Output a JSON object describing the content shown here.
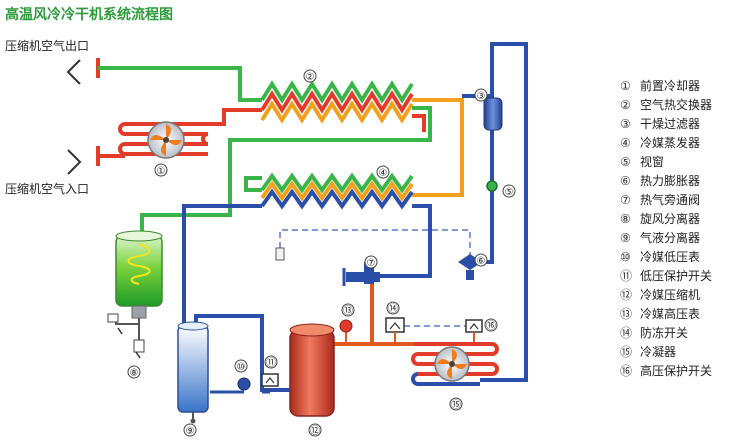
{
  "title": "高温风冷冷干机系统流程图",
  "ports": {
    "air_outlet": "压缩机空气出口",
    "air_inlet": "压缩机空气入口"
  },
  "callouts": [
    "①",
    "②",
    "③",
    "④",
    "⑤",
    "⑥",
    "⑦",
    "⑧",
    "⑨",
    "⑩",
    "⑪",
    "⑫",
    "⑬",
    "⑭",
    "⑮",
    "⑯"
  ],
  "legend": [
    {
      "num": "①",
      "label": "前置冷却器"
    },
    {
      "num": "②",
      "label": "空气热交换器"
    },
    {
      "num": "③",
      "label": "干燥过滤器"
    },
    {
      "num": "④",
      "label": "冷媒蒸发器"
    },
    {
      "num": "⑤",
      "label": "视窗"
    },
    {
      "num": "⑥",
      "label": "热力膨胀器"
    },
    {
      "num": "⑦",
      "label": "热气旁通阀"
    },
    {
      "num": "⑧",
      "label": "旋风分离器"
    },
    {
      "num": "⑨",
      "label": "气液分离器"
    },
    {
      "num": "⑩",
      "label": "冷媒低压表"
    },
    {
      "num": "⑪",
      "label": "低压保护开关"
    },
    {
      "num": "⑫",
      "label": "冷媒压缩机"
    },
    {
      "num": "⑬",
      "label": "冷媒高压表"
    },
    {
      "num": "⑭",
      "label": "防冻开关"
    },
    {
      "num": "⑮",
      "label": "冷凝器"
    },
    {
      "num": "⑯",
      "label": "高压保护开关"
    }
  ],
  "colors": {
    "title": "#2e9a3c",
    "air_line": "#3ab54a",
    "hot_line": "#e23b2a",
    "warm_line": "#f2a11d",
    "refrigerant_line": "#2b4fa8",
    "dashed_line": "#5a7ac8",
    "compressor": "#d84a35"
  }
}
